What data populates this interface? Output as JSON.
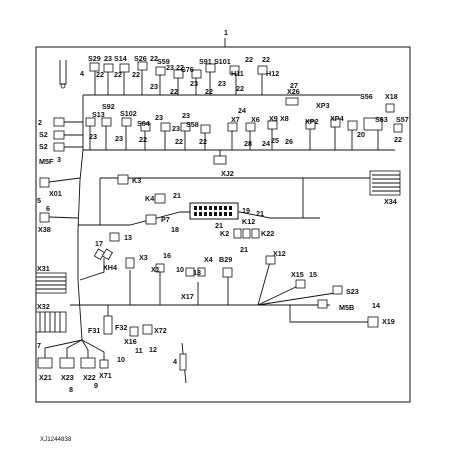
{
  "diagram": {
    "title_number": "1",
    "image_code": "XJ1244838",
    "labels": [
      {
        "id": "n1",
        "text": "1"
      },
      {
        "id": "s29",
        "text": "S29"
      },
      {
        "id": "n23a",
        "text": "23"
      },
      {
        "id": "s14",
        "text": "S14"
      },
      {
        "id": "s26",
        "text": "S26"
      },
      {
        "id": "n22a",
        "text": "22"
      },
      {
        "id": "s59",
        "text": "S59"
      },
      {
        "id": "n22b",
        "text": "22"
      },
      {
        "id": "n22c",
        "text": "22"
      },
      {
        "id": "n22d",
        "text": "22"
      },
      {
        "id": "n23b",
        "text": "23"
      },
      {
        "id": "n22e",
        "text": "22"
      },
      {
        "id": "s76",
        "text": "S76"
      },
      {
        "id": "s91",
        "text": "S91"
      },
      {
        "id": "s101",
        "text": "S101"
      },
      {
        "id": "n22f",
        "text": "22"
      },
      {
        "id": "n22g",
        "text": "22"
      },
      {
        "id": "n23c",
        "text": "23"
      },
      {
        "id": "n23d",
        "text": "23"
      },
      {
        "id": "h11",
        "text": "H11"
      },
      {
        "id": "h12",
        "text": "H12"
      },
      {
        "id": "n23e",
        "text": "23"
      },
      {
        "id": "n22h",
        "text": "22"
      },
      {
        "id": "n22i",
        "text": "22"
      },
      {
        "id": "n22j",
        "text": "22"
      },
      {
        "id": "n4",
        "text": "4"
      },
      {
        "id": "s92",
        "text": "S92"
      },
      {
        "id": "s13",
        "text": "S13"
      },
      {
        "id": "s102",
        "text": "S102"
      },
      {
        "id": "n23f",
        "text": "23"
      },
      {
        "id": "n23g",
        "text": "23"
      },
      {
        "id": "s64",
        "text": "S64"
      },
      {
        "id": "n23h",
        "text": "23"
      },
      {
        "id": "s58",
        "text": "S58"
      },
      {
        "id": "n22k",
        "text": "22"
      },
      {
        "id": "n22l",
        "text": "22"
      },
      {
        "id": "n22m",
        "text": "22"
      },
      {
        "id": "x26",
        "text": "X26"
      },
      {
        "id": "n27",
        "text": "27"
      },
      {
        "id": "xp3",
        "text": "XP3"
      },
      {
        "id": "s56",
        "text": "S56"
      },
      {
        "id": "x18",
        "text": "X18"
      },
      {
        "id": "n24",
        "text": "24"
      },
      {
        "id": "x7",
        "text": "X7"
      },
      {
        "id": "x6",
        "text": "X6"
      },
      {
        "id": "x9",
        "text": "X9"
      },
      {
        "id": "x8",
        "text": "X8"
      },
      {
        "id": "xp2",
        "text": "XP2"
      },
      {
        "id": "xp4",
        "text": "XP4"
      },
      {
        "id": "n20",
        "text": "20"
      },
      {
        "id": "s63",
        "text": "S63"
      },
      {
        "id": "s57",
        "text": "S57"
      },
      {
        "id": "n28",
        "text": "28"
      },
      {
        "id": "n24b",
        "text": "24"
      },
      {
        "id": "n25",
        "text": "25"
      },
      {
        "id": "n26",
        "text": "26"
      },
      {
        "id": "n23i",
        "text": "23"
      },
      {
        "id": "n22n",
        "text": "22"
      },
      {
        "id": "n23j",
        "text": "23"
      },
      {
        "id": "xj2",
        "text": "XJ2"
      },
      {
        "id": "n2",
        "text": "2"
      },
      {
        "id": "s2a",
        "text": "S2"
      },
      {
        "id": "s2b",
        "text": "S2"
      },
      {
        "id": "n3",
        "text": "3"
      },
      {
        "id": "m5f",
        "text": "M5F"
      },
      {
        "id": "x01",
        "text": "X01"
      },
      {
        "id": "n5",
        "text": "5"
      },
      {
        "id": "n6",
        "text": "6"
      },
      {
        "id": "x38",
        "text": "X38"
      },
      {
        "id": "k3",
        "text": "K3"
      },
      {
        "id": "k4",
        "text": "K4"
      },
      {
        "id": "n21a",
        "text": "21"
      },
      {
        "id": "n19",
        "text": "19"
      },
      {
        "id": "p7",
        "text": "P7"
      },
      {
        "id": "n18",
        "text": "18"
      },
      {
        "id": "n13a",
        "text": "13"
      },
      {
        "id": "n21b",
        "text": "21"
      },
      {
        "id": "k12",
        "text": "K12"
      },
      {
        "id": "n21c",
        "text": "21"
      },
      {
        "id": "k2",
        "text": "K2"
      },
      {
        "id": "k22",
        "text": "K22"
      },
      {
        "id": "n21d",
        "text": "21"
      },
      {
        "id": "x34",
        "text": "X34"
      },
      {
        "id": "n17",
        "text": "17"
      },
      {
        "id": "xh4",
        "text": "XH4"
      },
      {
        "id": "x3",
        "text": "X3"
      },
      {
        "id": "n16",
        "text": "16"
      },
      {
        "id": "x1",
        "text": "X1"
      },
      {
        "id": "n10a",
        "text": "10"
      },
      {
        "id": "x4",
        "text": "X4"
      },
      {
        "id": "n13b",
        "text": "13"
      },
      {
        "id": "b29",
        "text": "B29"
      },
      {
        "id": "x17",
        "text": "X17"
      },
      {
        "id": "x12",
        "text": "X12"
      },
      {
        "id": "x15",
        "text": "X15"
      },
      {
        "id": "n15",
        "text": "15"
      },
      {
        "id": "s23",
        "text": "S23"
      },
      {
        "id": "m5b",
        "text": "M5B"
      },
      {
        "id": "n14",
        "text": "14"
      },
      {
        "id": "x19",
        "text": "X19"
      },
      {
        "id": "x31",
        "text": "X31"
      },
      {
        "id": "x32",
        "text": "X32"
      },
      {
        "id": "f31",
        "text": "F31"
      },
      {
        "id": "f32",
        "text": "F32"
      },
      {
        "id": "x16",
        "text": "X16"
      },
      {
        "id": "x72",
        "text": "X72"
      },
      {
        "id": "n11",
        "text": "11"
      },
      {
        "id": "n12",
        "text": "12"
      },
      {
        "id": "n7",
        "text": "7"
      },
      {
        "id": "n10b",
        "text": "10"
      },
      {
        "id": "x21",
        "text": "X21"
      },
      {
        "id": "x23",
        "text": "X23"
      },
      {
        "id": "x22",
        "text": "X22"
      },
      {
        "id": "x71",
        "text": "X71"
      },
      {
        "id": "n8",
        "text": "8"
      },
      {
        "id": "n9",
        "text": "9"
      },
      {
        "id": "n4b",
        "text": "4"
      }
    ]
  }
}
